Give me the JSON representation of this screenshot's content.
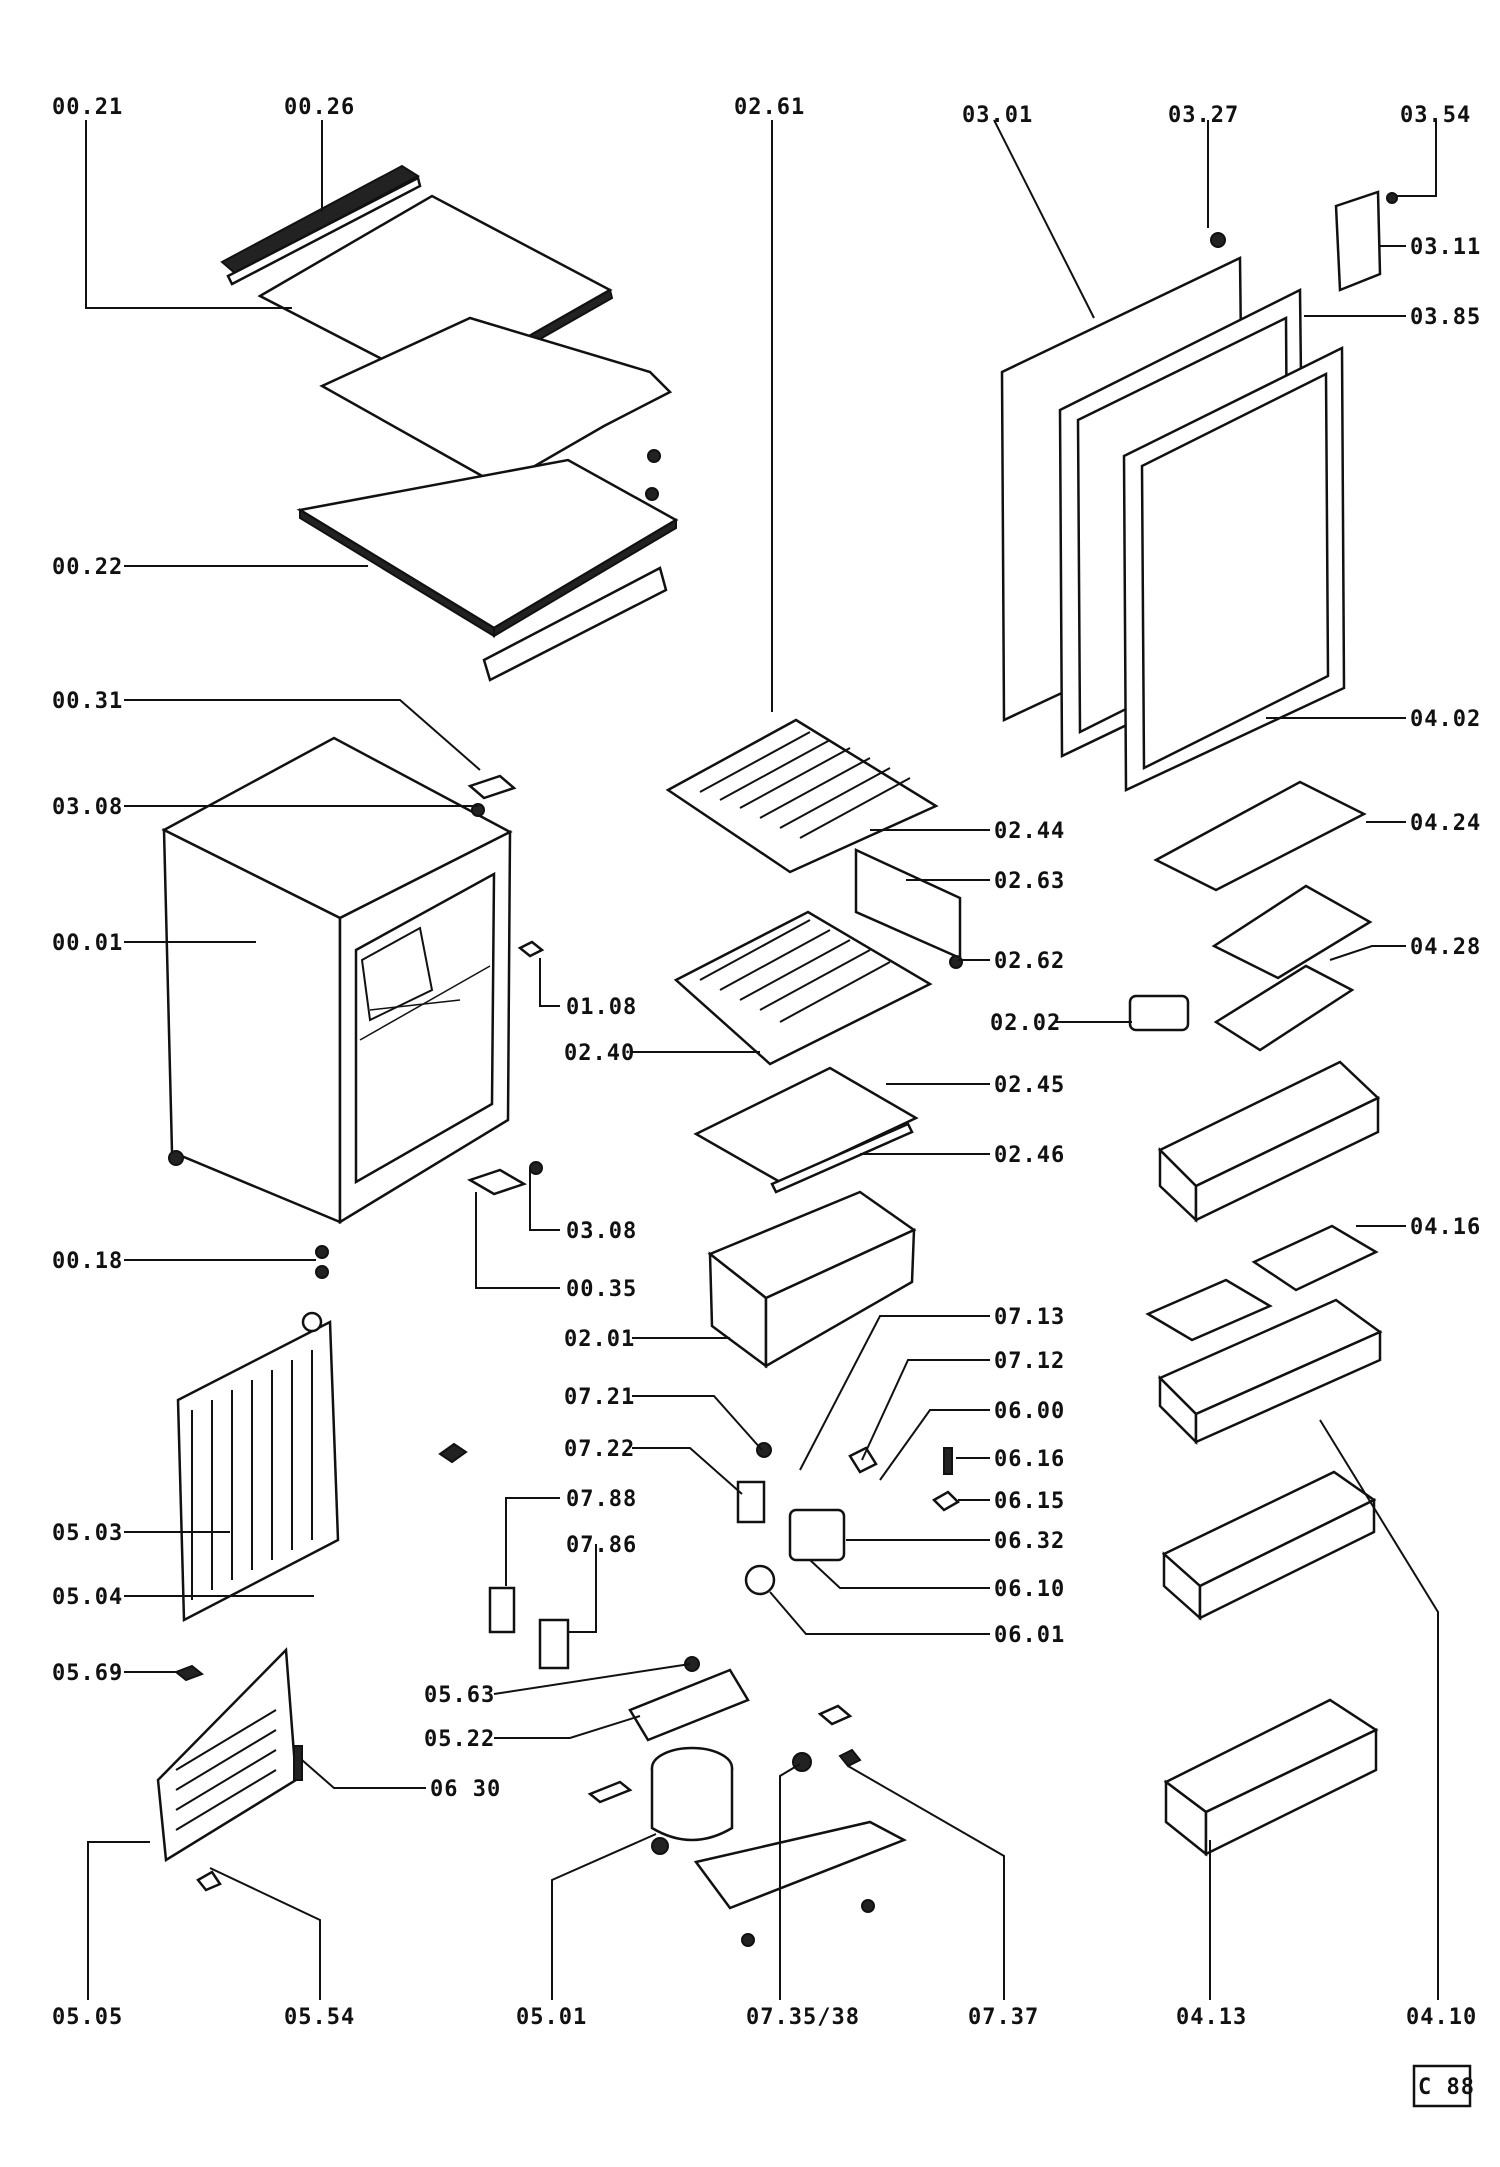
{
  "labels": {
    "l_00_21": "00.21",
    "l_00_26": "00.26",
    "l_00_22": "00.22",
    "l_00_31": "00.31",
    "l_03_08a": "03.08",
    "l_00_01": "00.01",
    "l_01_08": "01.08",
    "l_03_08b": "03.08",
    "l_00_35": "00.35",
    "l_00_18": "00.18",
    "l_05_03": "05.03",
    "l_05_04": "05.04",
    "l_05_69": "05.69",
    "l_05_05": "05.05",
    "l_05_54": "05.54",
    "l_06_30": "06 30",
    "l_05_01": "05.01",
    "l_05_63": "05.63",
    "l_05_22": "05.22",
    "l_07_88": "07.88",
    "l_07_86": "07.86",
    "l_02_61": "02.61",
    "l_02_44": "02.44",
    "l_02_63": "02.63",
    "l_02_62": "02.62",
    "l_02_40": "02.40",
    "l_02_02": "02.02",
    "l_02_45": "02.45",
    "l_02_46": "02.46",
    "l_02_01": "02.01",
    "l_07_13": "07.13",
    "l_07_12": "07.12",
    "l_07_21": "07.21",
    "l_06_00": "06.00",
    "l_07_22": "07.22",
    "l_06_16": "06.16",
    "l_06_15": "06.15",
    "l_06_32": "06.32",
    "l_06_10": "06.10",
    "l_06_01": "06.01",
    "l_07_35_38": "07.35/38",
    "l_07_37": "07.37",
    "l_03_01": "03.01",
    "l_03_27": "03.27",
    "l_03_54": "03.54",
    "l_03_11": "03.11",
    "l_03_85": "03.85",
    "l_04_02": "04.02",
    "l_04_24": "04.24",
    "l_04_28": "04.28",
    "l_04_16": "04.16",
    "l_04_13": "04.13",
    "l_04_10": "04.10"
  },
  "page_code": "C 88"
}
